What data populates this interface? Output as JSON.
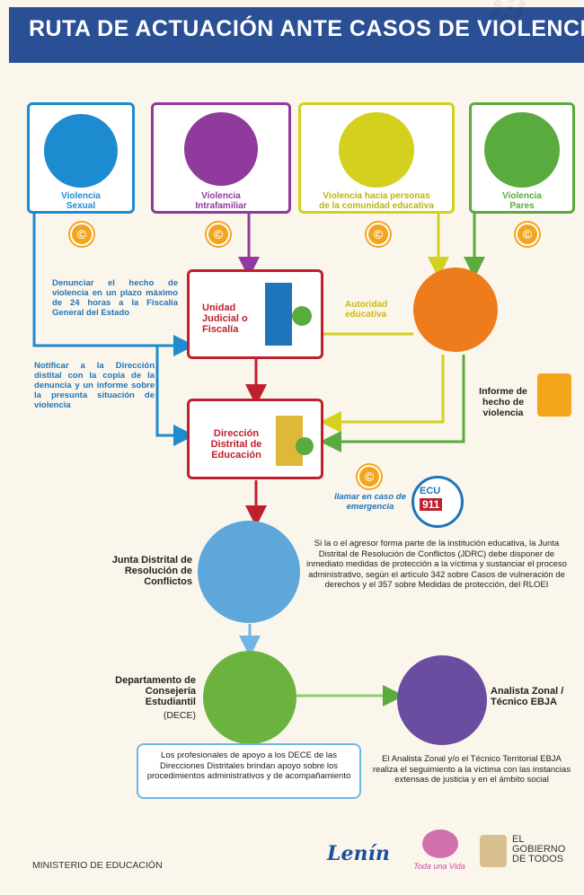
{
  "header": {
    "title": "RUTA DE ACTUACIÓN ANTE CASOS DE VIOLENCIA"
  },
  "watermark": {
    "line1": "Activar Windows",
    "line2": "Ve a Configuración para",
    "line3": "activar Windows."
  },
  "categories": [
    {
      "label": "Violencia\nSexual",
      "color": "#1d8bd0"
    },
    {
      "label": "Violencia\nIntrafamiliar",
      "color": "#8f3a9c"
    },
    {
      "label": "Violencia hacia personas\nde la comunidad educativa",
      "color": "#d3d01e"
    },
    {
      "label": "Violencia\nPares",
      "color": "#5aab3d"
    }
  ],
  "texts": {
    "denunciar": "Denunciar el hecho de violencia en un plazo máximo de 24 horas a la Fiscalía General del Estado",
    "notificar": "Notificar a la Dirección distital con la copia de la denuncia y un informe sobre la presunta situación de violencia",
    "unidad": "Unidad Judicial o Fiscalía",
    "autoridad": "Autoridad educativa",
    "direccion": "Dirección Distrital de Educación",
    "informe": "Informe de hecho de violencia",
    "llamar": "llamar en caso de emergencia",
    "ecu_top": "ECU",
    "ecu_bottom": "911",
    "junta": "Junta Distrital de Resolución de Conflictos",
    "junta_desc": "Si la o el agresor forma parte de la institución educativa, la Junta Distrital de Resolución de Conflictos (JDRC) debe disponer de inmediato medidas de protección a la víctima y sustanciar el proceso administrativo, según el artículo 342 sobre Casos de vulneración de derechos y el 357 sobre Medidas de protección, del RLOEI",
    "dece": "Departamento de Consejería Estudiantil",
    "dece_abbr": "(DECE)",
    "dece_desc": "Los profesionales de apoyo a los DECE de las Direcciones Distritales brindan apoyo sobre los procedimientos administrativos y de acompañamiento",
    "analista": "Analista Zonal / Técnico EBJA",
    "analista_desc": "El Analista Zonal y/o el Técnico Territorial EBJA realiza el seguimiento a la víctima con las instancias extensas de justicia y en el ámbito social"
  },
  "footer": {
    "ministerio": "MINISTERIO DE EDUCACIÓN",
    "lenin": "Lenín",
    "toda": "Toda una Vida",
    "gob1": "EL",
    "gob2": "GOBIERNO",
    "gob3": "DE TODOS"
  }
}
